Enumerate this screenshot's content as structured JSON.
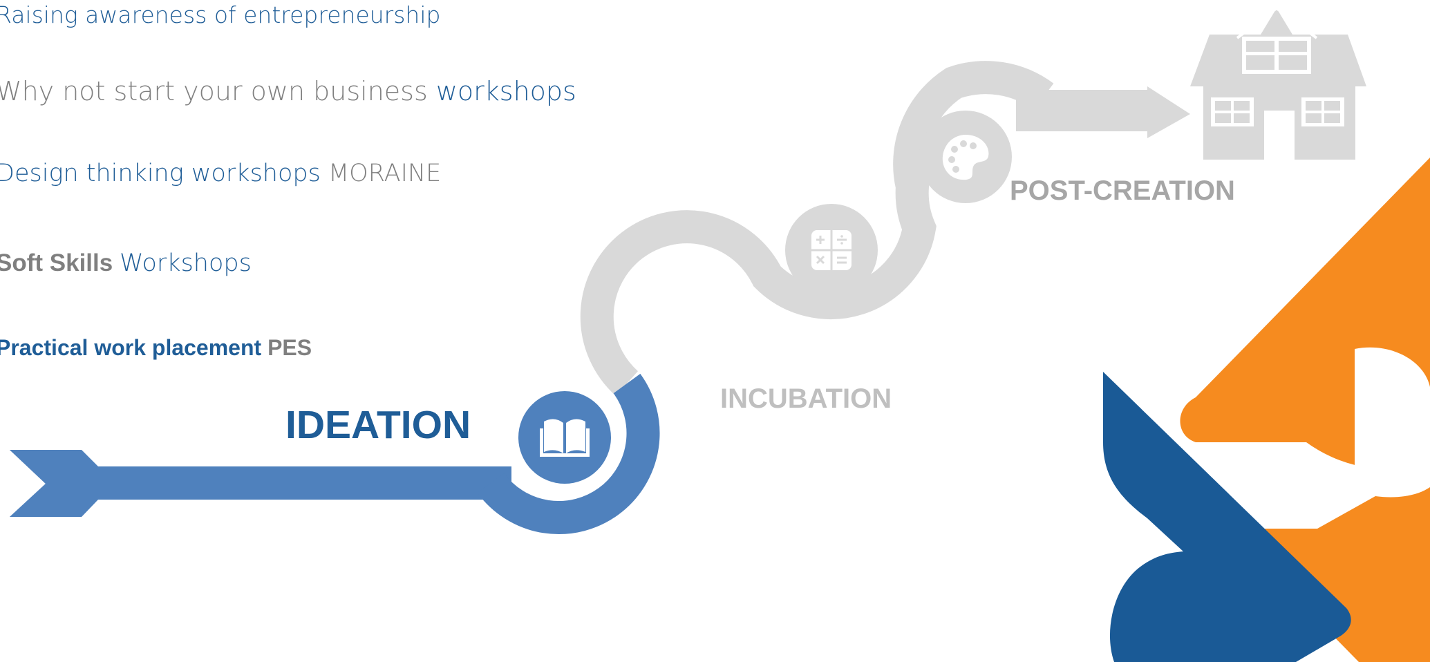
{
  "program_list": [
    {
      "parts": [
        {
          "text": "Raising awareness of entrepreneurship",
          "tone": "blue"
        }
      ]
    },
    {
      "parts": [
        {
          "text": "Why not start your own business ",
          "tone": "gray"
        },
        {
          "text": "workshops",
          "tone": "blue"
        }
      ]
    },
    {
      "parts": [
        {
          "text": "Design thinking workshops ",
          "tone": "blue"
        },
        {
          "text": "MORAINE",
          "tone": "gray"
        }
      ]
    },
    {
      "parts": [
        {
          "text": "Soft Skills ",
          "tone": "gray",
          "bold": true
        },
        {
          "text": "Workshops",
          "tone": "blue"
        }
      ]
    },
    {
      "parts": [
        {
          "text": "Practical work placement ",
          "tone": "blue",
          "bold": true
        },
        {
          "text": "PES",
          "tone": "gray",
          "bold": true
        }
      ]
    }
  ],
  "stages": {
    "ideation": "IDEATION",
    "incubation": "INCUBATION",
    "post_creation": "POST-CREATION"
  },
  "colors": {
    "blue_dark": "#1f5d97",
    "blue_path": "#4f81bd",
    "gray_path": "#d9d9d9",
    "gray_text": "#808080",
    "gray_label": "#bfbfbf",
    "logo_orange": "#f68b1f",
    "logo_blue": "#1a5a96"
  },
  "icons": [
    "book-icon",
    "calculator-icon",
    "palette-icon",
    "house-icon",
    "arrow-icon"
  ]
}
